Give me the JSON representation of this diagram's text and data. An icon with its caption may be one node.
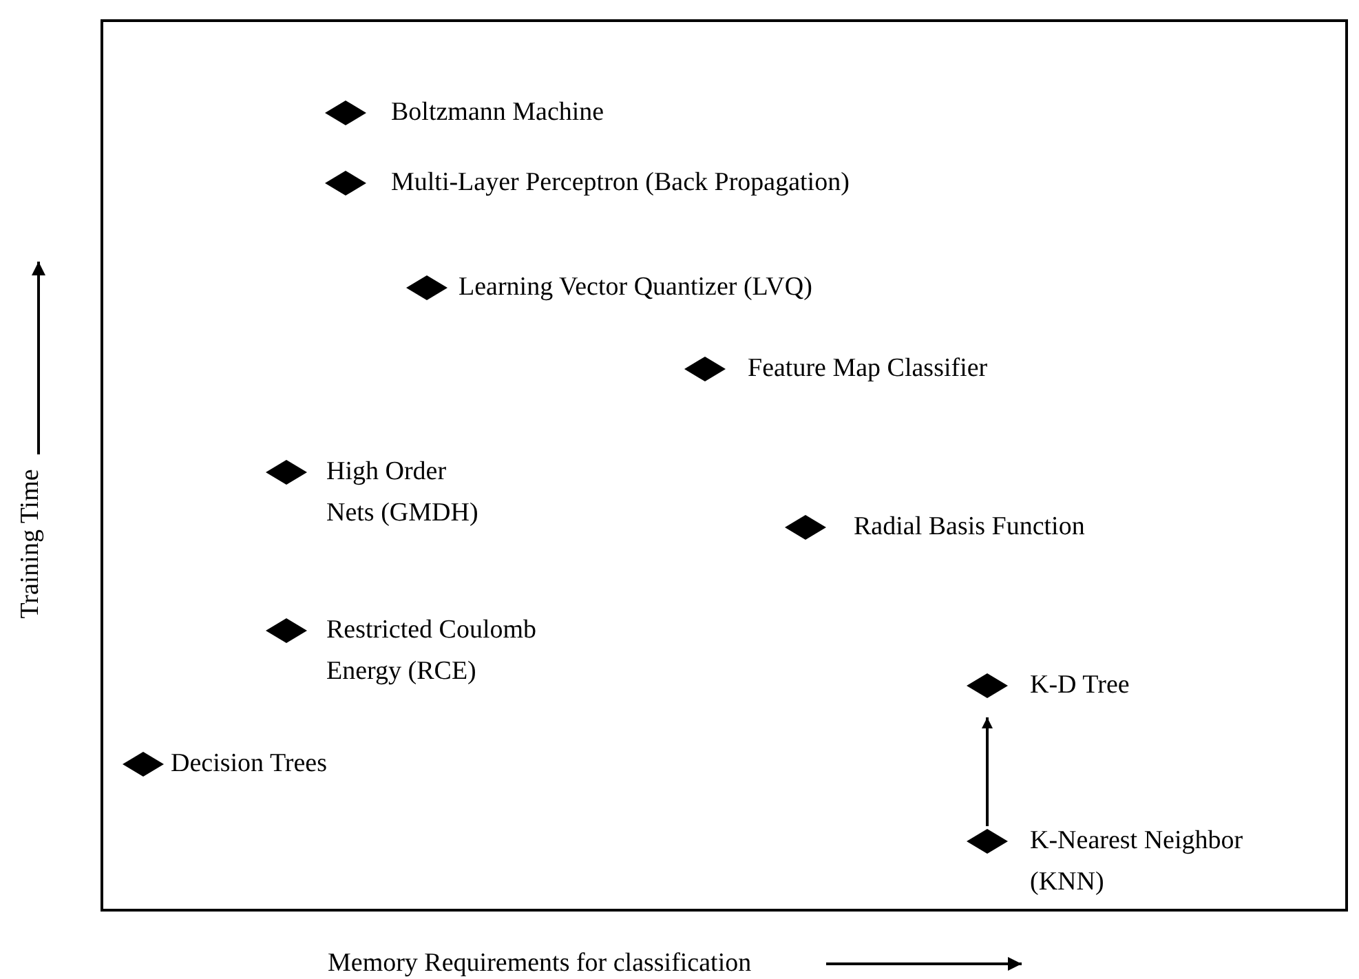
{
  "diagram": {
    "nodes": [
      {
        "text": [
          "Boltzmann Machine"
        ]
      },
      {
        "text": [
          "Multi-Layer Perceptron (Back Propagation)"
        ]
      },
      {
        "text": [
          "Learning Vector Quantizer (LVQ)"
        ]
      },
      {
        "text": [
          "Feature Map Classifier"
        ]
      },
      {
        "text": [
          "High Order Nets (GMDH)"
        ]
      },
      {
        "text": [
          "Radial Basis Function"
        ]
      },
      {
        "text": [
          "Restricted Coulomb Energy (RCE)"
        ]
      },
      {
        "text": [
          "Decision Trees"
        ]
      },
      {
        "text": [
          "K-D Tree"
        ]
      },
      {
        "text": [
          "K-Nearest Neighbor (KNN)"
        ]
      }
    ],
    "edges": [
      {
        "from": 9,
        "to": 8,
        "arrow": "to"
      }
    ],
    "labels": [
      "Training Time",
      "Memory Requirements for classification"
    ]
  }
}
